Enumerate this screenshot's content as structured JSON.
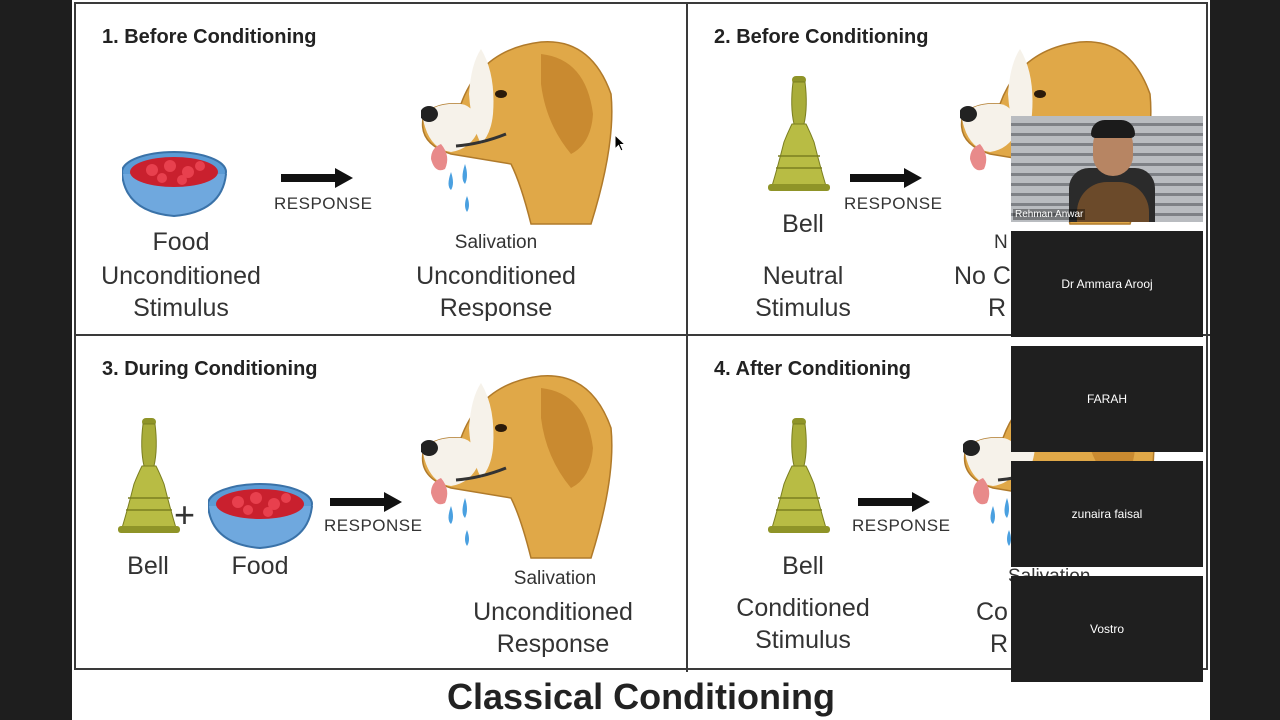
{
  "slide": {
    "panels": [
      {
        "title": "1. Before Conditioning",
        "stimulus_item": "Food",
        "stimulus_line1": "Unconditioned",
        "stimulus_line2": "Stimulus",
        "response": "RESPONSE",
        "reaction": "Salivation",
        "result_line1": "Unconditioned",
        "result_line2": "Response"
      },
      {
        "title": "2. Before Conditioning",
        "stimulus_item": "Bell",
        "stimulus_line1": "Neutral",
        "stimulus_line2": "Stimulus",
        "response": "RESPONSE",
        "reaction": "N",
        "result_line1": "No C",
        "result_line2": "R"
      },
      {
        "title": "3. During Conditioning",
        "bell": "Bell",
        "food": "Food",
        "plus": "+",
        "response": "RESPONSE",
        "reaction": "Salivation",
        "result_line1": "Unconditioned",
        "result_line2": "Response"
      },
      {
        "title": "4. After Conditioning",
        "stimulus_item": "Bell",
        "stimulus_line1": "Conditioned",
        "stimulus_line2": "Stimulus",
        "response": "RESPONSE",
        "reaction": "Salivation",
        "result_line1": "Co",
        "result_line2": "R"
      }
    ],
    "footer_title": "Classical Conditioning"
  },
  "participants": {
    "active_speaker": "Rehman Anwar",
    "tiles": [
      "Dr Ammara Arooj",
      "FARAH",
      "zunaira faisal",
      "Vostro"
    ]
  },
  "colors": {
    "sidebar": "#1e1e1e",
    "tile_bg": "#1f1f1f",
    "bell": "#a9ad3a",
    "bowl": "#5b9bd5",
    "food": "#d8283a",
    "dog_fur": "#e0a848",
    "tear": "#4aa0e0"
  },
  "icons": [
    "food-bowl-icon",
    "bell-icon",
    "dog-icon",
    "arrow-right-icon",
    "mouse-cursor-icon"
  ]
}
